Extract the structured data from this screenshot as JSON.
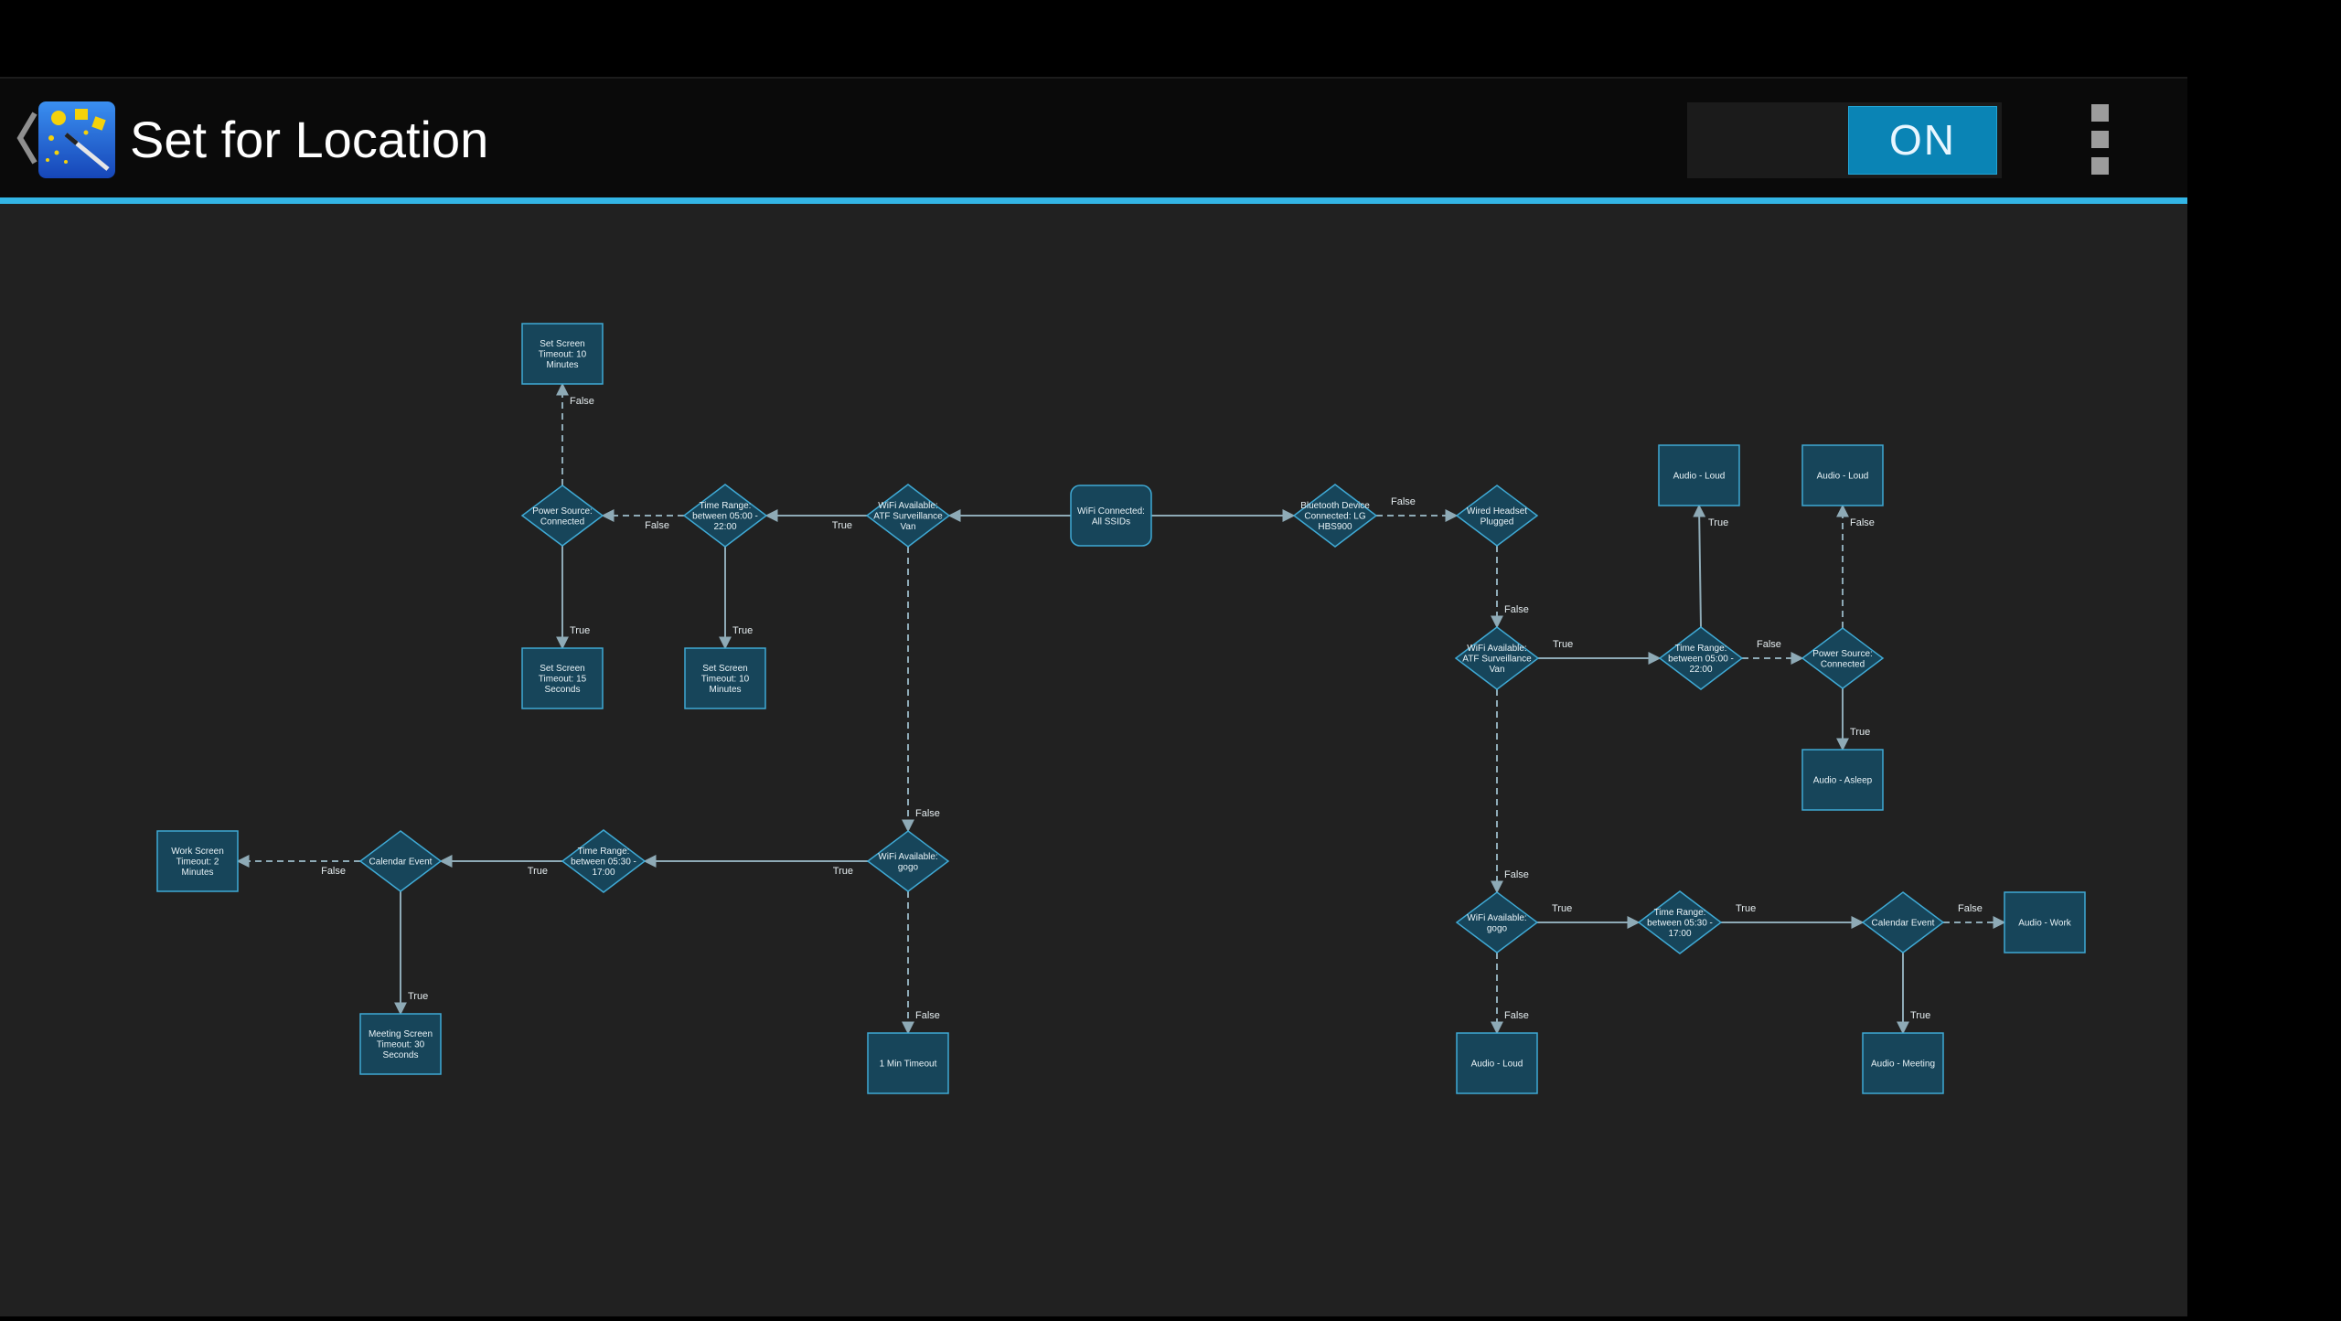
{
  "header": {
    "title": "Set for Location",
    "toggle_label": "ON",
    "back_icon": "chevron-left-icon",
    "app_icon": "location-wand-app-icon",
    "menu_icon": "overflow-menu-icon"
  },
  "colors": {
    "accent": "#33b5e5",
    "node_fill": "#17455a",
    "node_stroke": "#3fa9d4",
    "connector": "#8eaab6",
    "canvas": "#212121"
  },
  "flow": {
    "nodes": [
      {
        "id": "n1",
        "shape": "rect",
        "lines": [
          "Set Screen",
          "Timeout: 10",
          "Minutes"
        ]
      },
      {
        "id": "n2",
        "shape": "diamond",
        "lines": [
          "Power Source:",
          "Connected"
        ]
      },
      {
        "id": "n3",
        "shape": "diamond",
        "lines": [
          "Time Range:",
          "between 05:00 -",
          "22:00"
        ]
      },
      {
        "id": "n4",
        "shape": "diamond",
        "lines": [
          "WiFi Available:",
          "ATF Surveillance",
          "Van"
        ]
      },
      {
        "id": "n5",
        "shape": "round",
        "lines": [
          "WiFi Connected:",
          "All SSIDs"
        ]
      },
      {
        "id": "n6",
        "shape": "diamond",
        "lines": [
          "Bluetooth Device",
          "Connected: LG",
          "HBS900"
        ]
      },
      {
        "id": "n7",
        "shape": "diamond",
        "lines": [
          "Wired Headset",
          "Plugged"
        ]
      },
      {
        "id": "n8",
        "shape": "rect",
        "lines": [
          "Set Screen",
          "Timeout: 15",
          "Seconds"
        ]
      },
      {
        "id": "n9",
        "shape": "rect",
        "lines": [
          "Set Screen",
          "Timeout: 10",
          "Minutes"
        ]
      },
      {
        "id": "n10",
        "shape": "diamond",
        "lines": [
          "WiFi Available:",
          "ATF Surveillance",
          "Van"
        ]
      },
      {
        "id": "n11",
        "shape": "diamond",
        "lines": [
          "Time Range:",
          "between 05:00 -",
          "22:00"
        ]
      },
      {
        "id": "n12",
        "shape": "diamond",
        "lines": [
          "Power Source:",
          "Connected"
        ]
      },
      {
        "id": "n13",
        "shape": "rect",
        "lines": [
          "Audio - Loud"
        ]
      },
      {
        "id": "n14",
        "shape": "rect",
        "lines": [
          "Audio - Loud"
        ]
      },
      {
        "id": "n15",
        "shape": "rect",
        "lines": [
          "Audio - Asleep"
        ]
      },
      {
        "id": "n16",
        "shape": "rect",
        "lines": [
          "Work Screen",
          "Timeout: 2",
          "Minutes"
        ]
      },
      {
        "id": "n17",
        "shape": "diamond",
        "lines": [
          "Calendar Event"
        ]
      },
      {
        "id": "n18",
        "shape": "diamond",
        "lines": [
          "Time Range:",
          "between 05:30 -",
          "17:00"
        ]
      },
      {
        "id": "n19",
        "shape": "diamond",
        "lines": [
          "WiFi Available:",
          "gogo"
        ]
      },
      {
        "id": "n20",
        "shape": "rect",
        "lines": [
          "Meeting Screen",
          "Timeout: 30",
          "Seconds"
        ]
      },
      {
        "id": "n21",
        "shape": "rect",
        "lines": [
          "1 Min Timeout"
        ]
      },
      {
        "id": "n22",
        "shape": "diamond",
        "lines": [
          "WiFi Available:",
          "gogo"
        ]
      },
      {
        "id": "n23",
        "shape": "diamond",
        "lines": [
          "Time Range:",
          "between 05:30 -",
          "17:00"
        ]
      },
      {
        "id": "n24",
        "shape": "diamond",
        "lines": [
          "Calendar Event"
        ]
      },
      {
        "id": "n25",
        "shape": "rect",
        "lines": [
          "Audio - Work"
        ]
      },
      {
        "id": "n26",
        "shape": "rect",
        "lines": [
          "Audio - Loud"
        ]
      },
      {
        "id": "n27",
        "shape": "rect",
        "lines": [
          "Audio - Meeting"
        ]
      }
    ],
    "edges": [
      {
        "from": "n5",
        "to": "n4",
        "label": "",
        "dashed": false
      },
      {
        "from": "n5",
        "to": "n6",
        "label": "",
        "dashed": false
      },
      {
        "from": "n4",
        "to": "n3",
        "label": "True",
        "dashed": false
      },
      {
        "from": "n3",
        "to": "n2",
        "label": "False",
        "dashed": true
      },
      {
        "from": "n2",
        "to": "n1",
        "label": "False",
        "dashed": true
      },
      {
        "from": "n2",
        "to": "n8",
        "label": "True",
        "dashed": false
      },
      {
        "from": "n3",
        "to": "n9",
        "label": "True",
        "dashed": false
      },
      {
        "from": "n4",
        "to": "n19",
        "label": "False",
        "dashed": true
      },
      {
        "from": "n19",
        "to": "n18",
        "label": "True",
        "dashed": false
      },
      {
        "from": "n18",
        "to": "n17",
        "label": "True",
        "dashed": false
      },
      {
        "from": "n17",
        "to": "n16",
        "label": "False",
        "dashed": true
      },
      {
        "from": "n17",
        "to": "n20",
        "label": "True",
        "dashed": false
      },
      {
        "from": "n19",
        "to": "n21",
        "label": "False",
        "dashed": true
      },
      {
        "from": "n6",
        "to": "n7",
        "label": "False",
        "dashed": true
      },
      {
        "from": "n7",
        "to": "n10",
        "label": "False",
        "dashed": true
      },
      {
        "from": "n10",
        "to": "n11",
        "label": "True",
        "dashed": false
      },
      {
        "from": "n11",
        "to": "n13",
        "label": "True",
        "dashed": false
      },
      {
        "from": "n11",
        "to": "n12",
        "label": "False",
        "dashed": true
      },
      {
        "from": "n12",
        "to": "n14",
        "label": "False",
        "dashed": true
      },
      {
        "from": "n12",
        "to": "n15",
        "label": "True",
        "dashed": false
      },
      {
        "from": "n10",
        "to": "n22",
        "label": "False",
        "dashed": true
      },
      {
        "from": "n22",
        "to": "n23",
        "label": "True",
        "dashed": false
      },
      {
        "from": "n23",
        "to": "n24",
        "label": "True",
        "dashed": false
      },
      {
        "from": "n24",
        "to": "n25",
        "label": "False",
        "dashed": true
      },
      {
        "from": "n24",
        "to": "n27",
        "label": "True",
        "dashed": false
      },
      {
        "from": "n22",
        "to": "n26",
        "label": "False",
        "dashed": true
      }
    ]
  }
}
